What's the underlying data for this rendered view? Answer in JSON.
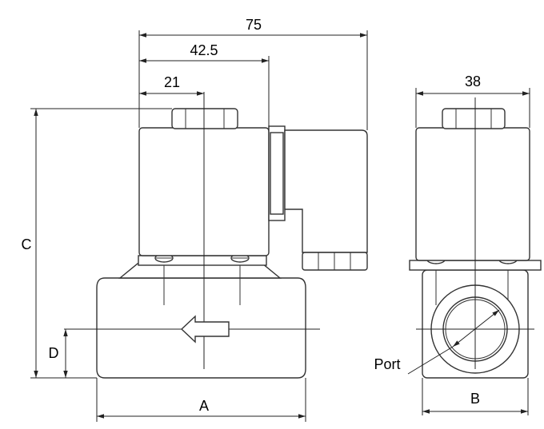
{
  "dimensions": {
    "overall_width": "75",
    "coil_offset": "42.5",
    "center_offset": "21",
    "coil_width": "38",
    "height": "C",
    "port_center_height": "D",
    "body_length": "A",
    "body_width": "B"
  },
  "labels": {
    "port": "Port"
  },
  "colors": {
    "line": "#333333",
    "background": "#ffffff"
  }
}
